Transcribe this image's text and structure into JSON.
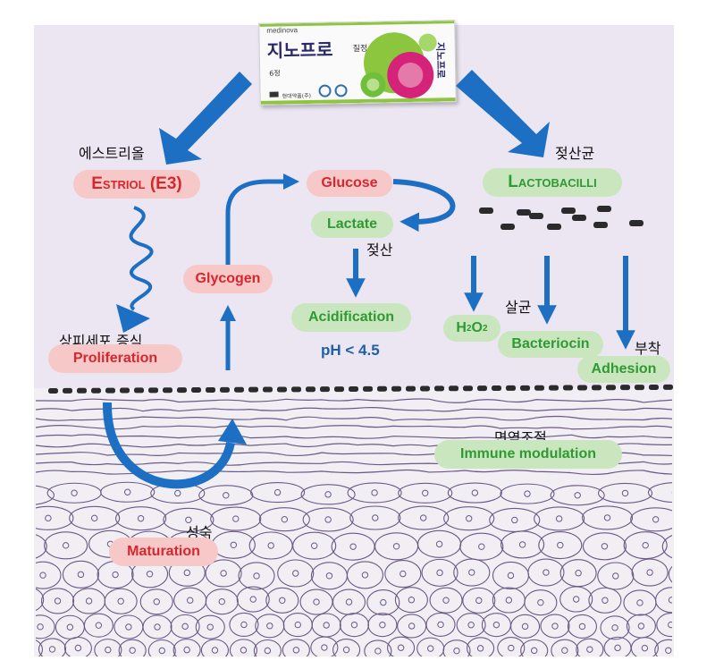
{
  "product": {
    "brand": "medinova",
    "name": "지노프로",
    "name_sub": "질정",
    "count": "6정",
    "maker": "현대약품(주)",
    "side_name": "지노프로",
    "colors": {
      "green": "#8cc63f",
      "magenta": "#d6237a"
    }
  },
  "nodes": {
    "estriol_ko": "에스트리올",
    "estriol": "Estriol (E3)",
    "lactobacilli_ko": "젖산균",
    "lactobacilli": "Lactobacilli",
    "glucose": "Glucose",
    "lactate": "Lactate",
    "lactate_ko": "젖산",
    "glycogen": "Glycogen",
    "acidification": "Acidification",
    "ph": "pH < 4.5",
    "proliferation_ko": "상피세포 증식",
    "proliferation": "Proliferation",
    "sterilization_ko": "살균",
    "h2o2": {
      "h": "H",
      "sub1": "2",
      "o": "O",
      "sub2": "2"
    },
    "bacteriocin": "Bacteriocin",
    "adhesion_ko": "부착",
    "adhesion": "Adhesion",
    "immune_ko": "면역조절",
    "immune": "Immune modulation",
    "maturation_ko": "성숙",
    "maturation": "Maturation"
  },
  "colors": {
    "arrow_blue": "#1d6fc4",
    "pink_pill_bg": "#f6c9c8",
    "pink_text": "#d8262e",
    "green_pill_bg": "#c9e6bf",
    "green_text": "#2f9a33",
    "ph_text": "#1d5fa8",
    "background": "#ece6f2"
  }
}
